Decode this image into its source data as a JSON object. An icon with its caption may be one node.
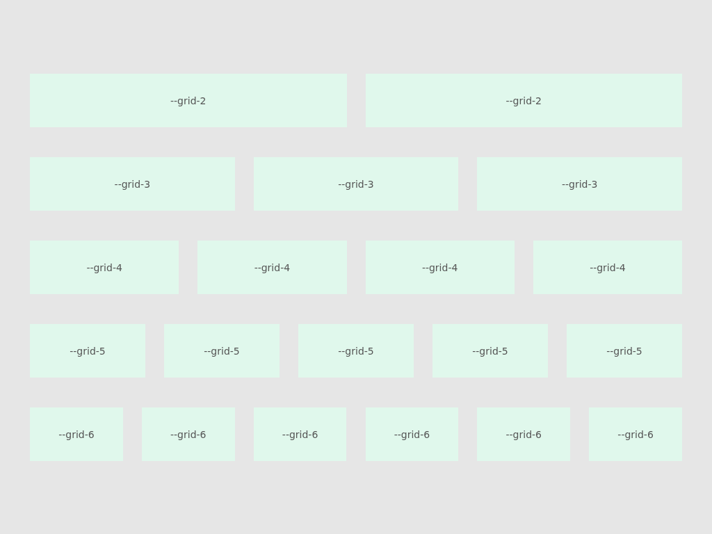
{
  "diagram": {
    "nodes": [
      {
        "text": [
          "--grid-2"
        ]
      },
      {
        "text": [
          "--grid-2"
        ]
      },
      {
        "text": [
          "--grid-3"
        ]
      },
      {
        "text": [
          "--grid-3"
        ]
      },
      {
        "text": [
          "--grid-3"
        ]
      },
      {
        "text": [
          "--grid-4"
        ]
      },
      {
        "text": [
          "--grid-4"
        ]
      },
      {
        "text": [
          "--grid-4"
        ]
      },
      {
        "text": [
          "--grid-4"
        ]
      },
      {
        "text": [
          "--grid-5"
        ]
      },
      {
        "text": [
          "--grid-5"
        ]
      },
      {
        "text": [
          "--grid-5"
        ]
      },
      {
        "text": [
          "--grid-5"
        ]
      },
      {
        "text": [
          "--grid-5"
        ]
      },
      {
        "text": [
          "--grid-6"
        ]
      },
      {
        "text": [
          "--grid-6"
        ]
      },
      {
        "text": [
          "--grid-6"
        ]
      },
      {
        "text": [
          "--grid-6"
        ]
      },
      {
        "text": [
          "--grid-6"
        ]
      },
      {
        "text": [
          "--grid-6"
        ]
      }
    ]
  }
}
